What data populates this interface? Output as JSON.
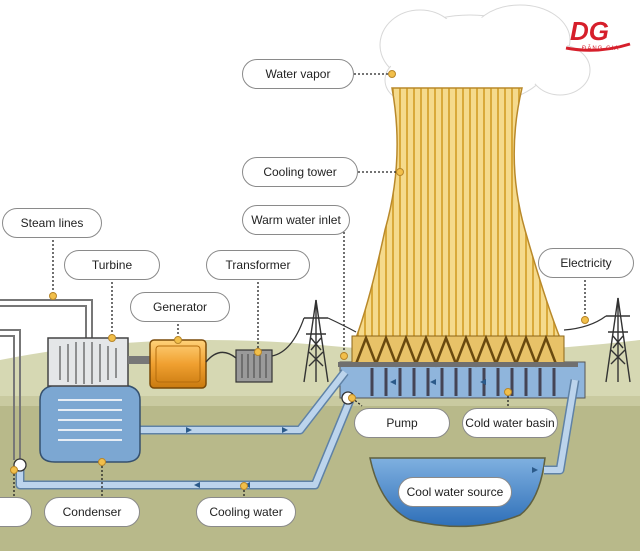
{
  "logo": {
    "text": "DG",
    "subtitle": "ĐĂNG GIA"
  },
  "labels": {
    "water_vapor": "Water vapor",
    "cooling_tower": "Cooling tower",
    "steam_lines": "Steam lines",
    "warm_water_inlet": "Warm water inlet",
    "turbine": "Turbine",
    "transformer": "Transformer",
    "electricity": "Electricity",
    "generator": "Generator",
    "pump": "Pump",
    "cold_water_basin": "Cold water basin",
    "cool_water_source": "Cool water source",
    "condenser": "Condenser",
    "cooling_water": "Cooling water"
  },
  "colors": {
    "ground": "#c2c49a",
    "earth": "#b8b98a",
    "water": "#3f7fc4",
    "pipe": "#9ab8d6",
    "tower_fill": "#f3d27a",
    "tower_stripe": "#d9a93a",
    "marker": "#f2bf4a",
    "generator": "#f0a030",
    "label_border": "#8a8a8a",
    "logo": "#d61f2b"
  }
}
